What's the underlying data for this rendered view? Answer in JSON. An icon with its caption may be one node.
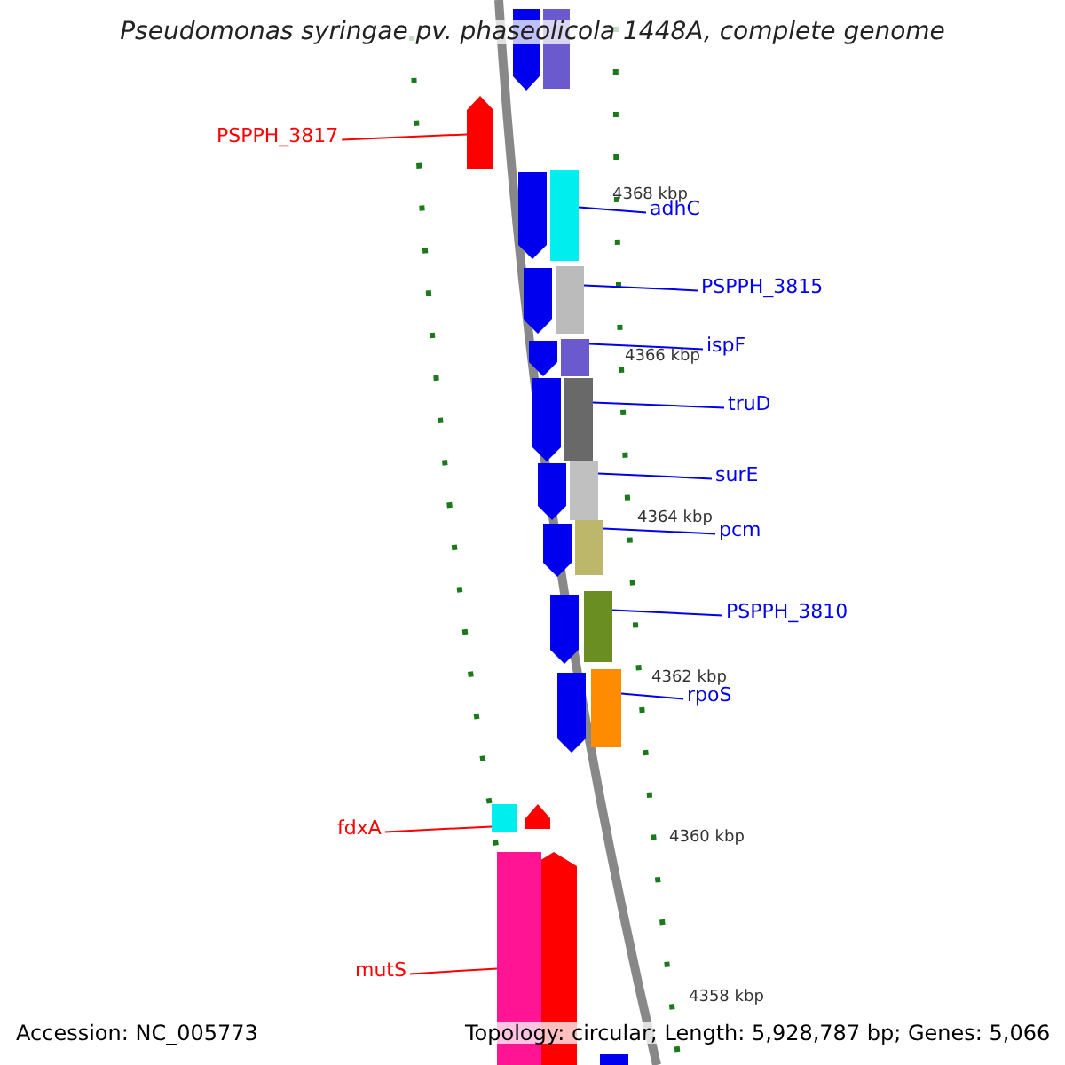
{
  "diagram": {
    "title": "Pseudomonas syringae pv. phaseolicola 1448A, complete genome",
    "nodes": [
      {
        "text": [
          "PSPPH_3817"
        ]
      },
      {
        "text": [],
        "shape": "arrow"
      },
      {
        "text": [
          "adhC"
        ]
      },
      {
        "text": [],
        "shape": "bar"
      },
      {
        "text": [
          "PSPPH_3815"
        ]
      },
      {
        "text": [],
        "shape": "bar"
      },
      {
        "text": [
          "ispF"
        ]
      },
      {
        "text": [],
        "shape": "bar"
      },
      {
        "text": [
          "truD"
        ]
      },
      {
        "text": [],
        "shape": "bar"
      },
      {
        "text": [
          "surE"
        ]
      },
      {
        "text": [],
        "shape": "bar"
      },
      {
        "text": [
          "pcm"
        ]
      },
      {
        "text": [],
        "shape": "bar"
      },
      {
        "text": [
          "PSPPH_3810"
        ]
      },
      {
        "text": [],
        "shape": "bar"
      },
      {
        "text": [
          "rpoS"
        ]
      },
      {
        "text": [],
        "shape": "bar"
      },
      {
        "text": [
          "fdxA"
        ]
      },
      {
        "text": [],
        "shape": "bar"
      },
      {
        "text": [
          "mutS"
        ]
      },
      {
        "text": [],
        "shape": "bar"
      }
    ],
    "edges": [
      {
        "from": 0,
        "to": 1,
        "arrow": "none",
        "color": "#ff0000"
      },
      {
        "from": 2,
        "to": 3,
        "arrow": "none"
      },
      {
        "from": 4,
        "to": 5,
        "arrow": "none"
      },
      {
        "from": 6,
        "to": 7,
        "arrow": "none"
      },
      {
        "from": 8,
        "to": 9,
        "arrow": "none"
      },
      {
        "from": 10,
        "to": 11,
        "arrow": "none"
      },
      {
        "from": 12,
        "to": 13,
        "arrow": "none"
      },
      {
        "from": 14,
        "to": 15,
        "arrow": "none"
      },
      {
        "from": 16,
        "to": 17,
        "arrow": "none"
      },
      {
        "from": 18,
        "to": 19,
        "arrow": "none",
        "color": "#ff0000"
      },
      {
        "from": 20,
        "to": 21,
        "arrow": "none",
        "color": "#ff0000"
      }
    ],
    "labels": [
      "4368 kbp",
      "4366 kbp",
      "4364 kbp",
      "4362 kbp",
      "4360 kbp",
      "4358 kbp",
      "Accession: NC_005773",
      "Topology: circular; Length: 5,928,787 bp; Genes: 5,066"
    ]
  }
}
